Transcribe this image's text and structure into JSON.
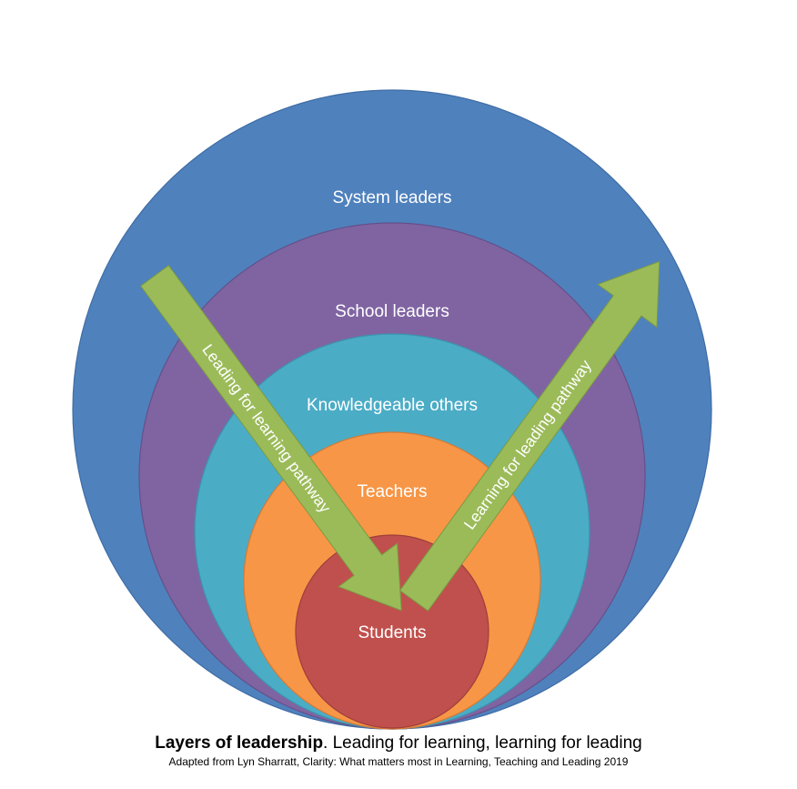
{
  "layers": [
    {
      "label": "System leaders",
      "color": "#4f81bd"
    },
    {
      "label": "School leaders",
      "color": "#8064a2"
    },
    {
      "label": "Knowledgeable others",
      "color": "#4bacc6"
    },
    {
      "label": "Teachers",
      "color": "#f79646"
    },
    {
      "label": "Students",
      "color": "#c0504d"
    }
  ],
  "arrows": {
    "color": "#9bbb59",
    "inward": {
      "label": "Leading for learning pathway"
    },
    "outward": {
      "label": "Learning for leading pathway"
    }
  },
  "caption": {
    "title": "Layers of leadership",
    "subtitle": ". Leading for learning, learning for leading",
    "source": "Adapted from Lyn Sharratt, Clarity: What matters most in Learning, Teaching and Leading 2019"
  }
}
